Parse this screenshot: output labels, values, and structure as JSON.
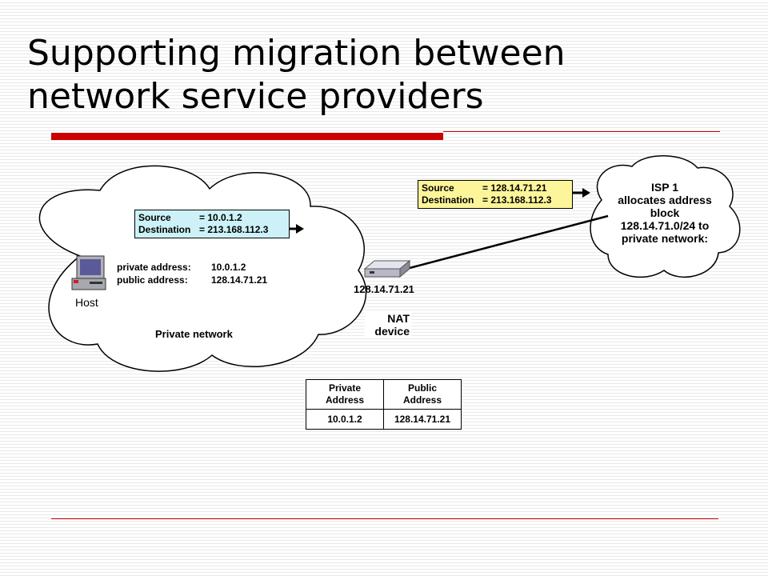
{
  "title": {
    "line1": "Supporting migration between",
    "line2": "network service providers"
  },
  "private_network": {
    "label": "Private network",
    "host": {
      "label": "Host",
      "private_address_label": "private address:",
      "private_address": "10.0.1.2",
      "public_address_label": "public address:",
      "public_address": "128.14.71.21"
    },
    "packet": {
      "source_label": "Source",
      "source_value": "= 10.0.1.2",
      "destination_label": "Destination",
      "destination_value": "= 213.168.112.3"
    }
  },
  "nat": {
    "ip": "128.14.71.21",
    "label_line1": "NAT",
    "label_line2": "device"
  },
  "public_packet": {
    "source_label": "Source",
    "source_value": "= 128.14.71.21",
    "destination_label": "Destination",
    "destination_value": "= 213.168.112.3"
  },
  "isp": {
    "line1": "ISP 1",
    "line2": "allocates address",
    "line3": "block",
    "line4": "128.14.71.0/24 to",
    "line5": "private network:"
  },
  "nat_table": {
    "header_private_line1": "Private",
    "header_private_line2": "Address",
    "header_public_line1": "Public",
    "header_public_line2": "Address",
    "private_value": "10.0.1.2",
    "public_value": "128.14.71.21"
  },
  "colors": {
    "accent": "#cc0000",
    "private_packet_fill": "#ccf2f8",
    "public_packet_fill": "#fdf59a"
  }
}
